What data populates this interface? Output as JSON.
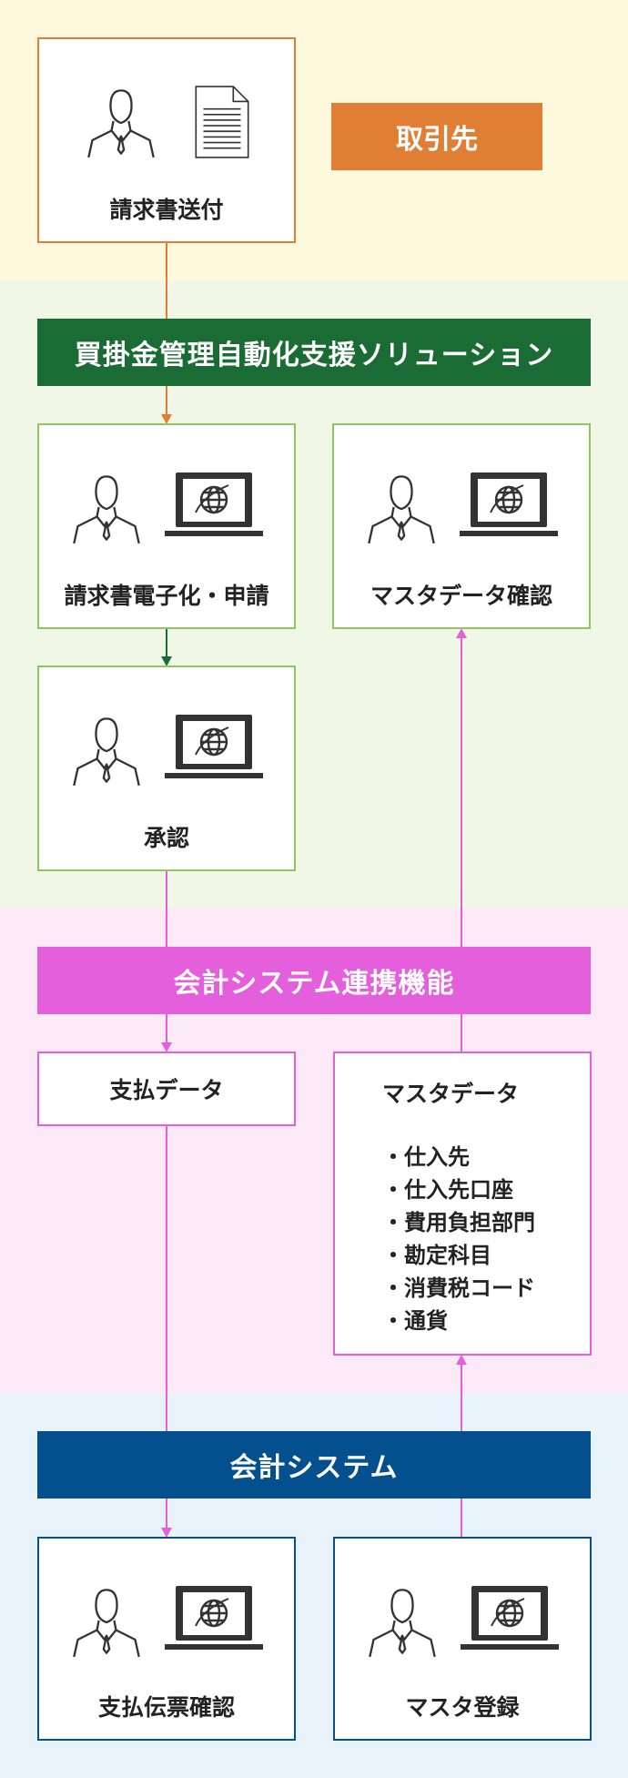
{
  "supplier_section": {
    "label": "取引先",
    "card": {
      "caption": "請求書送付",
      "icons": [
        "person-icon",
        "document-icon"
      ]
    }
  },
  "solution_section": {
    "header": "買掛金管理自動化支援ソリューション",
    "cards": [
      {
        "caption": "請求書電子化・申請",
        "icons": [
          "person-icon",
          "laptop-globe-icon"
        ]
      },
      {
        "caption": "マスタデータ確認",
        "icons": [
          "person-icon",
          "laptop-globe-icon"
        ]
      },
      {
        "caption": "承認",
        "icons": [
          "person-icon",
          "laptop-globe-icon"
        ]
      }
    ]
  },
  "integration_section": {
    "header": "会計システム連携機能",
    "payment_data": "支払データ",
    "master_data": {
      "title": "マスタデータ",
      "items": [
        "・仕入先",
        "・仕入先口座",
        "・費用負担部門",
        "・勘定科目",
        "・消費税コード",
        "・通貨"
      ]
    }
  },
  "accounting_section": {
    "header": "会計システム",
    "cards": [
      {
        "caption": "支払伝票確認",
        "icons": [
          "person-icon",
          "laptop-globe-icon"
        ]
      },
      {
        "caption": "マスタ登録",
        "icons": [
          "person-icon",
          "laptop-globe-icon"
        ]
      }
    ]
  },
  "colors": {
    "supplier_bg": "#fef8dc",
    "supplier_accent": "#e07f33",
    "solution_bg": "#f1f7e6",
    "solution_header": "#1a6b34",
    "solution_border": "#8cc85a",
    "integration_bg": "#fdeaf8",
    "integration_header": "#e45fdc",
    "accounting_bg": "#e9f3fb",
    "accounting_header": "#04508f"
  }
}
